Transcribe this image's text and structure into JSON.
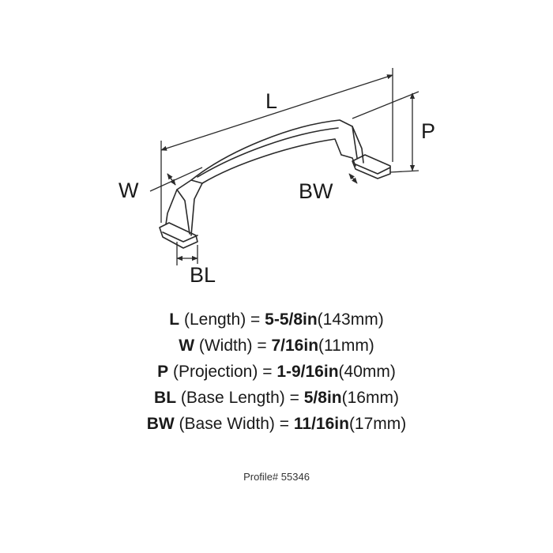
{
  "diagram": {
    "labels": {
      "length": "L",
      "width": "W",
      "projection": "P",
      "base_width": "BW",
      "base_length": "BL"
    }
  },
  "specs": [
    {
      "code": "L",
      "desc": "(Length)",
      "eq": "=",
      "fraction": "5-5/8in",
      "metric": "(143mm)"
    },
    {
      "code": "W",
      "desc": "(Width)",
      "eq": "=",
      "fraction": "7/16in",
      "metric": "(11mm)"
    },
    {
      "code": "P",
      "desc": "(Projection)",
      "eq": "=",
      "fraction": "1-9/16in",
      "metric": "(40mm)"
    },
    {
      "code": "BL",
      "desc": "(Base Length)",
      "eq": "=",
      "fraction": "5/8in",
      "metric": "(16mm)"
    },
    {
      "code": "BW",
      "desc": "(Base Width)",
      "eq": "=",
      "fraction": "11/16in",
      "metric": "(17mm)"
    }
  ],
  "profile": "Profile# 55346"
}
